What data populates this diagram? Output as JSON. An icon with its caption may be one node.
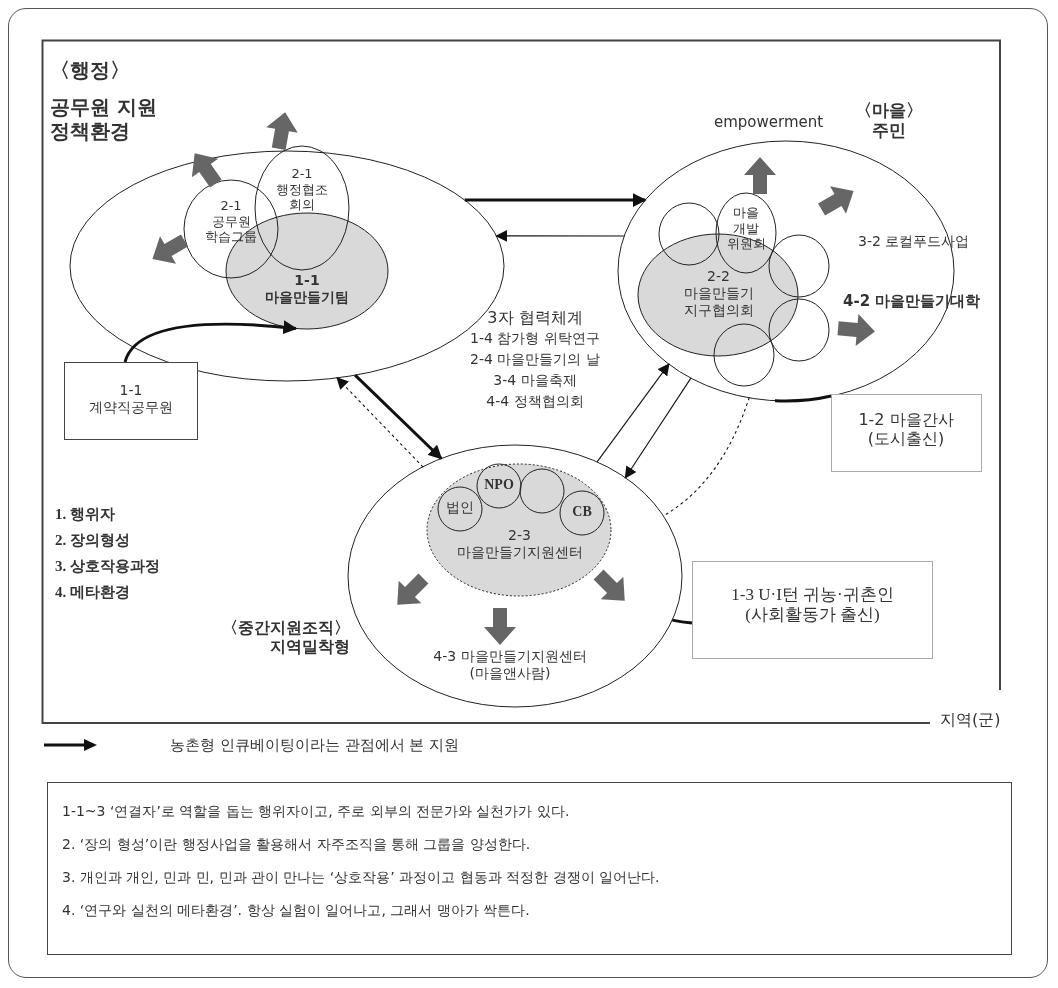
{
  "diagram": {
    "nodes": [
      {
        "text": [
          "지역(군)"
        ]
      },
      {
        "text": [
          "〈행정〉",
          "공무원 지원 정책환경"
        ],
        "in": 0
      },
      {
        "text": [
          "2-1 공무원 학습그룹"
        ],
        "in": 1
      },
      {
        "text": [
          "2-1 행정협조 회의"
        ],
        "in": 1
      },
      {
        "text": [
          "1-1 마을만들기팀"
        ],
        "in": 1
      },
      {
        "text": [
          "1-1 계약직공무원"
        ],
        "in": 0
      },
      {
        "text": [
          "〈마을〉 주민",
          "3-2 로컬푸드사업",
          "4-2 마을만들기대학"
        ],
        "beside": [
          "empowerment"
        ],
        "in": 0
      },
      {
        "text": [
          "마을 개발 위원회"
        ],
        "in": 6
      },
      {
        "text": [
          "2-2 마을만들기 지구협의회"
        ],
        "in": 6
      },
      {
        "text": [],
        "shape": "circle",
        "in": 6
      },
      {
        "text": [],
        "shape": "circle",
        "in": 6
      },
      {
        "text": [],
        "shape": "circle",
        "in": 6
      },
      {
        "text": [],
        "shape": "circle",
        "in": 6
      },
      {
        "text": [
          "〈중간지원조직〉 지역밀착형",
          "4-3 마을만들기지원센터 (마을앤사람)"
        ],
        "in": 0
      },
      {
        "text": [
          "2-3 마을만들기지원센터"
        ],
        "in": 13
      },
      {
        "text": [
          "법인"
        ],
        "in": 14
      },
      {
        "text": [
          "NPO"
        ],
        "in": 14
      },
      {
        "text": [],
        "shape": "circle",
        "in": 14
      },
      {
        "text": [
          "CB"
        ],
        "in": 14
      },
      {
        "text": [
          "1-2 마을간사 (도시출신)"
        ],
        "in": 0
      },
      {
        "text": [
          "1-3 U·I턴 귀농·귀촌인 (사회활동가 출신)"
        ],
        "in": 0
      }
    ],
    "edges": [
      {
        "from": 1,
        "to": 6,
        "arrow": "to",
        "style": "thick"
      },
      {
        "from": 6,
        "to": 1,
        "arrow": "to"
      },
      {
        "from": 1,
        "to": 13,
        "arrow": "to",
        "style": "thick"
      },
      {
        "from": 13,
        "to": 1,
        "arrow": "to",
        "style": "dashed"
      },
      {
        "from": 13,
        "to": 6,
        "arrow": "to"
      },
      {
        "from": 6,
        "to": 13,
        "arrow": "to"
      },
      {
        "from": 6,
        "to": 13,
        "arrow": "none",
        "style": "dashed"
      },
      {
        "from": 5,
        "to": 4,
        "arrow": "to",
        "style": "thick"
      },
      {
        "from": 19,
        "to": 6,
        "arrow": "none",
        "style": "thick"
      },
      {
        "from": 20,
        "to": 13,
        "arrow": "none",
        "style": "thick"
      }
    ],
    "labels": [
      "3자 협력체계",
      "1-4 참가형 위탁연구",
      "2-4 마을만들기의 날",
      "3-4 마을축제",
      "4-4 정책협의회",
      "1. 행위자",
      "2. 장의형성",
      "3. 상호작용과정",
      "4. 메타환경",
      "1-1~3 ‘연결자’로 역할을 돕는 행위자이고, 주로 외부의 전문가와 실천가가 있다.",
      "2. ‘장의 형성’이란 행정사업을 활용해서 자주조직을 통해 그룹을 양성한다.",
      "3. 개인과 개인, 민과 민, 민과 관이 만나는 ‘상호작용’ 과정이고 협동과 적정한 경쟁이 일어난다.",
      "4. ‘연구와 실천의 메타환경’. 항상 실험이 일어나고, 그래서 맹아가 싹튼다."
    ],
    "legend": [
      {
        "text": "농촌형 인큐베이팅이라는 관점에서 본 지원"
      }
    ]
  }
}
